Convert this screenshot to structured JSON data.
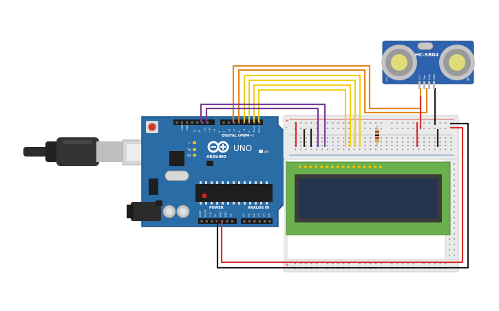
{
  "board": {
    "brand": "ARDUINO",
    "model": "UNO",
    "digital_header": "DIGITAL (PWM~)",
    "power_header": "POWER",
    "analog_header": "ANALOG IN",
    "label_aref": "AREF",
    "label_gnd": "GND",
    "label_l": "L",
    "label_tx": "TX",
    "label_rx": "RX",
    "label_on": "ON",
    "digital_pins": [
      "13",
      "12",
      "~11",
      "~10",
      "~9",
      "8",
      "7",
      "~6",
      "~5",
      "4",
      "~3",
      "2",
      "TX→1",
      "RX←0"
    ],
    "power_pins": [
      "IOREF",
      "RESET",
      "3.3V",
      "5V",
      "GND",
      "GND",
      "Vin"
    ],
    "analog_pins": [
      "A0",
      "A1",
      "A2",
      "A3",
      "A4",
      "A5"
    ]
  },
  "sensor": {
    "model": "HC-SR04",
    "pins": [
      "VCC",
      "Trig",
      "Echo",
      "GND"
    ],
    "left_mark": "T",
    "right_mark": "R"
  },
  "breadboard": {
    "plus": "+",
    "minus": "-"
  },
  "colors": {
    "board": "#2a6ca6",
    "breadboard": "#eaeaea",
    "lcd_pcb": "#6ab04c",
    "lcd_screen": "#24344f",
    "wire_red": "#d8302a",
    "wire_black": "#1f1f1f",
    "wire_orange": "#e2861d",
    "wire_yellow": "#f2cf1e",
    "wire_purple": "#7a3b96",
    "sensor_pcb": "#2e62ad"
  }
}
